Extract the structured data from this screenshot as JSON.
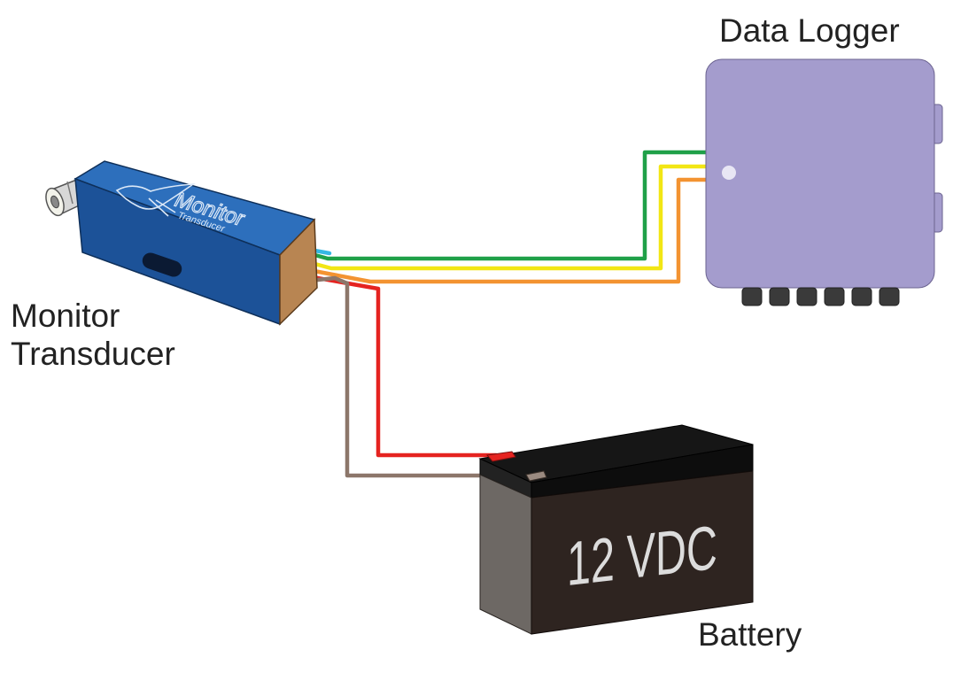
{
  "labels": {
    "transducer_line1": "Monitor",
    "transducer_line2": "Transducer",
    "data_logger": "Data Logger",
    "battery": "Battery"
  },
  "battery_text": "12 VDC",
  "transducer_brand": "Monitor",
  "transducer_brand_sub": "Transducer",
  "colors": {
    "transducer_body": "#1f5fa8",
    "transducer_end_cap": "#b88552",
    "data_logger_body": "#a49ccd",
    "battery_body": "#2e2420",
    "battery_top": "#111111",
    "wire_blue": "#35b7e3",
    "wire_green": "#1fa048",
    "wire_yellow": "#f2e614",
    "wire_orange": "#f39331",
    "wire_red": "#e52320",
    "wire_brown": "#8c766a"
  },
  "connections": [
    {
      "from": "transducer",
      "to": "data-logger",
      "wire": "green"
    },
    {
      "from": "transducer",
      "to": "data-logger",
      "wire": "yellow"
    },
    {
      "from": "transducer",
      "to": "data-logger",
      "wire": "orange"
    },
    {
      "from": "transducer",
      "to": "battery",
      "wire": "red",
      "terminal": "positive"
    },
    {
      "from": "transducer",
      "to": "battery",
      "wire": "brown",
      "terminal": "negative"
    }
  ]
}
